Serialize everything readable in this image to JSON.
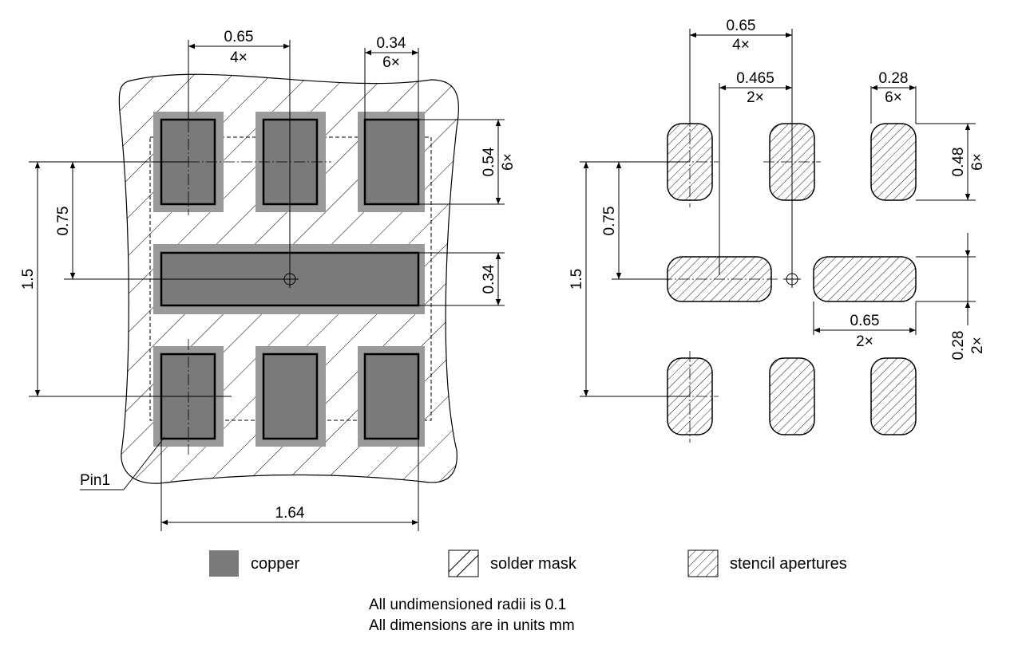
{
  "colors": {
    "copper": "#7a7a7a",
    "solder_mask_clearance": "#9a9a9a",
    "outline": "#000000",
    "background": "#ffffff"
  },
  "left_view": {
    "dims": {
      "pitch_value": "0.65",
      "pitch_count": "4×",
      "pad_width_value": "0.34",
      "pad_width_count": "6×",
      "pad_height_value": "0.54",
      "pad_height_count": "6×",
      "center_pad_height": "0.34",
      "row_offset": "0.75",
      "row_span": "1.5",
      "center_pad_length": "1.64"
    },
    "pin1_label": "Pin1"
  },
  "right_view": {
    "dims": {
      "pitch_value": "0.65",
      "pitch_count": "4×",
      "half_pitch_value": "0.465",
      "half_pitch_count": "2×",
      "aperture_width_value": "0.28",
      "aperture_width_count": "6×",
      "aperture_height_value": "0.48",
      "aperture_height_count": "6×",
      "row_offset": "0.75",
      "row_span": "1.5",
      "center_aperture_length_value": "0.65",
      "center_aperture_length_count": "2×",
      "center_aperture_height_value": "0.28",
      "center_aperture_height_count": "2×"
    }
  },
  "legend": {
    "copper": "copper",
    "solder_mask": "solder mask",
    "stencil": "stencil apertures"
  },
  "notes": {
    "line1": "All undimensioned radii is 0.1",
    "line2": "All dimensions are in units mm"
  }
}
